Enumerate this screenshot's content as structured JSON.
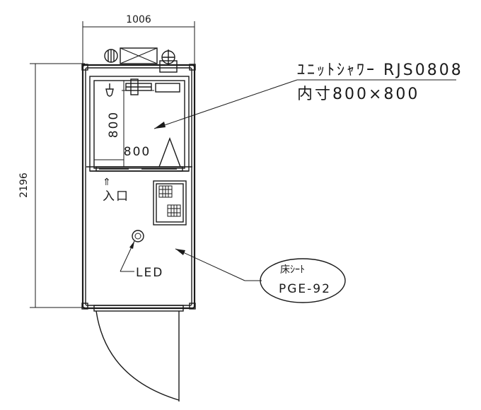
{
  "dimensions": {
    "width": "1006",
    "height": "2196",
    "inner_width": "800",
    "inner_height": "800"
  },
  "labels": {
    "unit_name": "ﾕﾆｯﾄｼｬﾜｰ RJS0808",
    "inner_size": "内寸800×800",
    "entrance": "入口",
    "entrance_arrow": "⇑",
    "led": "LED",
    "floor_sheet": "床ｼｰﾄ",
    "floor_code": "PGE-92"
  },
  "colors": {
    "line": "#1a1a1a",
    "background": "#ffffff"
  }
}
